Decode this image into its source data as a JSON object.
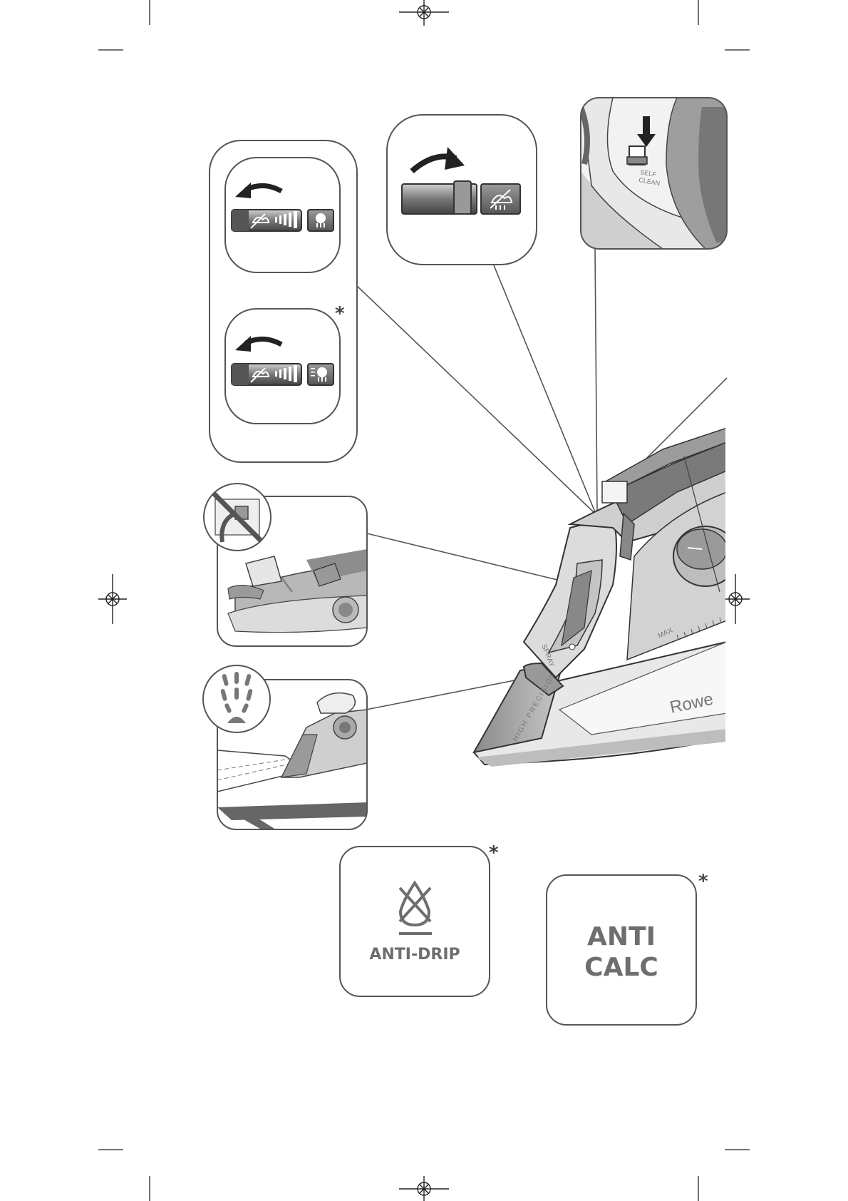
{
  "labels": {
    "self_clean": [
      "SELF",
      "CLEAN"
    ],
    "spray": "SPRAY",
    "max": "MAX",
    "high_precision": "HIGH PRECISION",
    "brand": "Rowe",
    "star": "*"
  },
  "badges": {
    "anti_drip": {
      "text": "ANTI-DRIP"
    },
    "anti_calc": {
      "line1": "ANTI",
      "line2": "CALC"
    }
  },
  "colors": {
    "outline": "#555555",
    "grey_light": "#d9d9d9",
    "grey_mid": "#a6a6a6",
    "grey_dark": "#6b6b6b"
  }
}
